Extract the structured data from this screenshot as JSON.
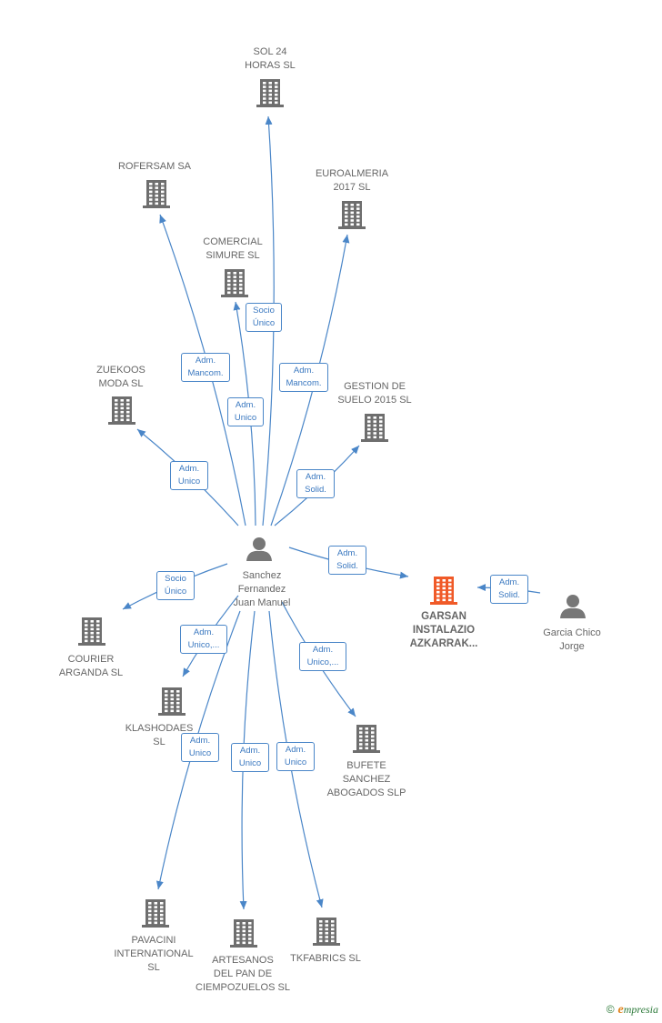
{
  "nodes": {
    "sol24": {
      "label": "SOL 24\nHORAS SL"
    },
    "rofersam": {
      "label": "ROFERSAM SA"
    },
    "euroalmeria": {
      "label": "EUROALMERIA\n2017  SL"
    },
    "comercial": {
      "label": "COMERCIAL\nSIMURE  SL"
    },
    "zuekoos": {
      "label": "ZUEKOOS\nMODA  SL"
    },
    "gestion": {
      "label": "GESTION DE\nSUELO 2015  SL"
    },
    "sanchez": {
      "label": "Sanchez\nFernandez\nJuan Manuel"
    },
    "garsan": {
      "label": "GARSAN\nINSTALAZIO\nAZKARRAK..."
    },
    "garcia": {
      "label": "Garcia Chico\nJorge"
    },
    "courier": {
      "label": "COURIER\nARGANDA  SL"
    },
    "klashodaes": {
      "label": "KLASHODAES\nSL"
    },
    "bufete": {
      "label": "BUFETE\nSANCHEZ\nABOGADOS  SLP"
    },
    "pavacini": {
      "label": "PAVACINI\nINTERNATIONAL\nSL"
    },
    "artesanos": {
      "label": "ARTESANOS\nDEL PAN DE\nCIEMPOZUELOS SL"
    },
    "tkfabrics": {
      "label": "TKFABRICS  SL"
    }
  },
  "edges": {
    "sol24": "Socio\nÚnico",
    "rofersam": "Adm.\nMancom.",
    "euroalmeria": "Adm.\nMancom.",
    "comercial": "Adm.\nUnico",
    "zuekoos": "Adm.\nUnico",
    "gestion": "Adm.\nSolid.",
    "garsan": "Adm.\nSolid.",
    "garcia": "Adm.\nSolid.",
    "courier": "Socio\nÚnico",
    "klashodaes": "Adm.\nUnico,...",
    "bufete": "Adm.\nUnico,...",
    "pavacini": "Adm.\nUnico",
    "artesanos": "Adm.\nUnico",
    "tkfabrics": "Adm.\nUnico"
  },
  "colors": {
    "edge": "#4a86c8",
    "company_icon": "#6e6e6e",
    "focus_icon": "#f05a28",
    "person_icon": "#777777"
  },
  "footer": {
    "copyright": "©",
    "brand_initial": "e",
    "brand_rest": "mpresia"
  }
}
